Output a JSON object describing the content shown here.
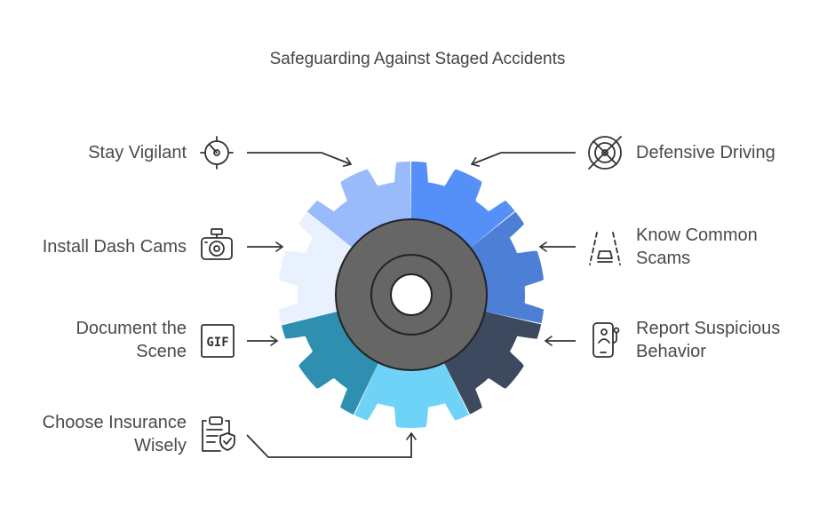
{
  "title": "Safeguarding Against Staged Accidents",
  "items": [
    {
      "label": "Stay Vigilant",
      "icon": "radar-icon"
    },
    {
      "label": "Defensive Driving",
      "icon": "no-steering-wheel-icon"
    },
    {
      "label": "Install Dash Cams",
      "icon": "dash-cam-icon"
    },
    {
      "label_lines": [
        "Know Common",
        "Scams"
      ],
      "icon": "road-car-icon"
    },
    {
      "label_lines": [
        "Document the",
        "Scene"
      ],
      "icon": "gif-icon"
    },
    {
      "label_lines": [
        "Report Suspicious",
        "Behavior"
      ],
      "icon": "phone-report-icon"
    },
    {
      "label_lines": [
        "Choose Insurance",
        "Wisely"
      ],
      "icon": "clipboard-shield-icon"
    }
  ],
  "colors": {
    "stay_vigilant": "#99BBFB",
    "defensive_driving": "#5590F8",
    "install_dash_cams": "#EAF1FE",
    "know_common_scams": "#4E7FD6",
    "document_scene": "#2E8FB0",
    "report_suspicious": "#3C495E",
    "choose_insurance": "#6FD3F7",
    "hub": "#666666"
  }
}
